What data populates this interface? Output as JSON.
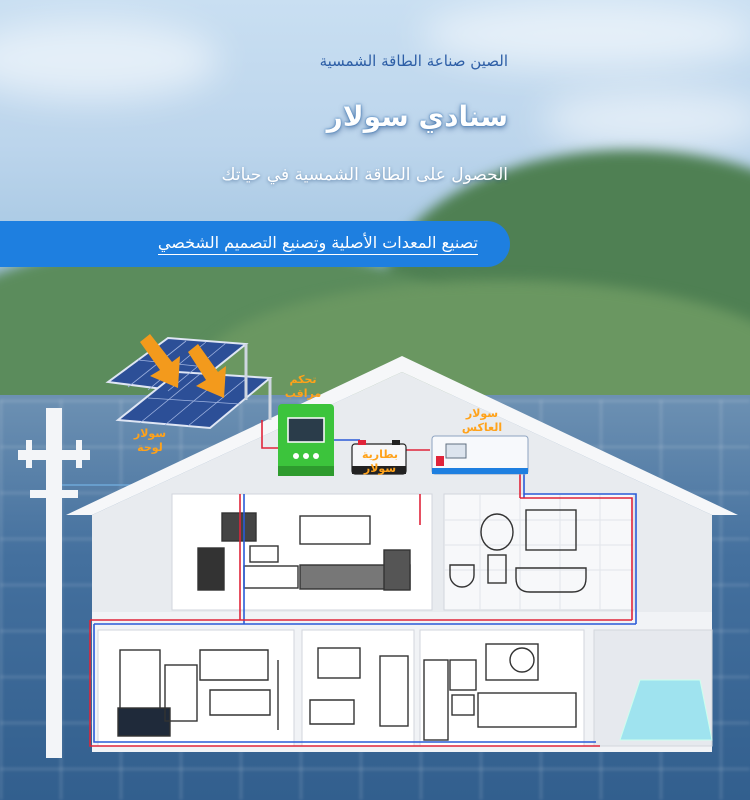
{
  "header": {
    "subtitle": "الصين صناعة الطاقة الشمسية",
    "brand": "سنادي سولار",
    "tagline": "الحصول على الطاقة الشمسية في حياتك",
    "pill_text": "تصنيع المعدات الأصلية وتصنيع التصميم الشخصي"
  },
  "labels": {
    "panel": "سولار\nلوحة",
    "controller": "تحكم\nمراقب",
    "battery": "بطارية\nسولار",
    "inverter": "سولار\nالعاكس"
  },
  "colors": {
    "accent_blue": "#1e7fe0",
    "label_orange": "#ffa21a",
    "wire_red": "#e0243a",
    "wire_blue": "#2a5bd7",
    "controller_green": "#3cc43c"
  }
}
